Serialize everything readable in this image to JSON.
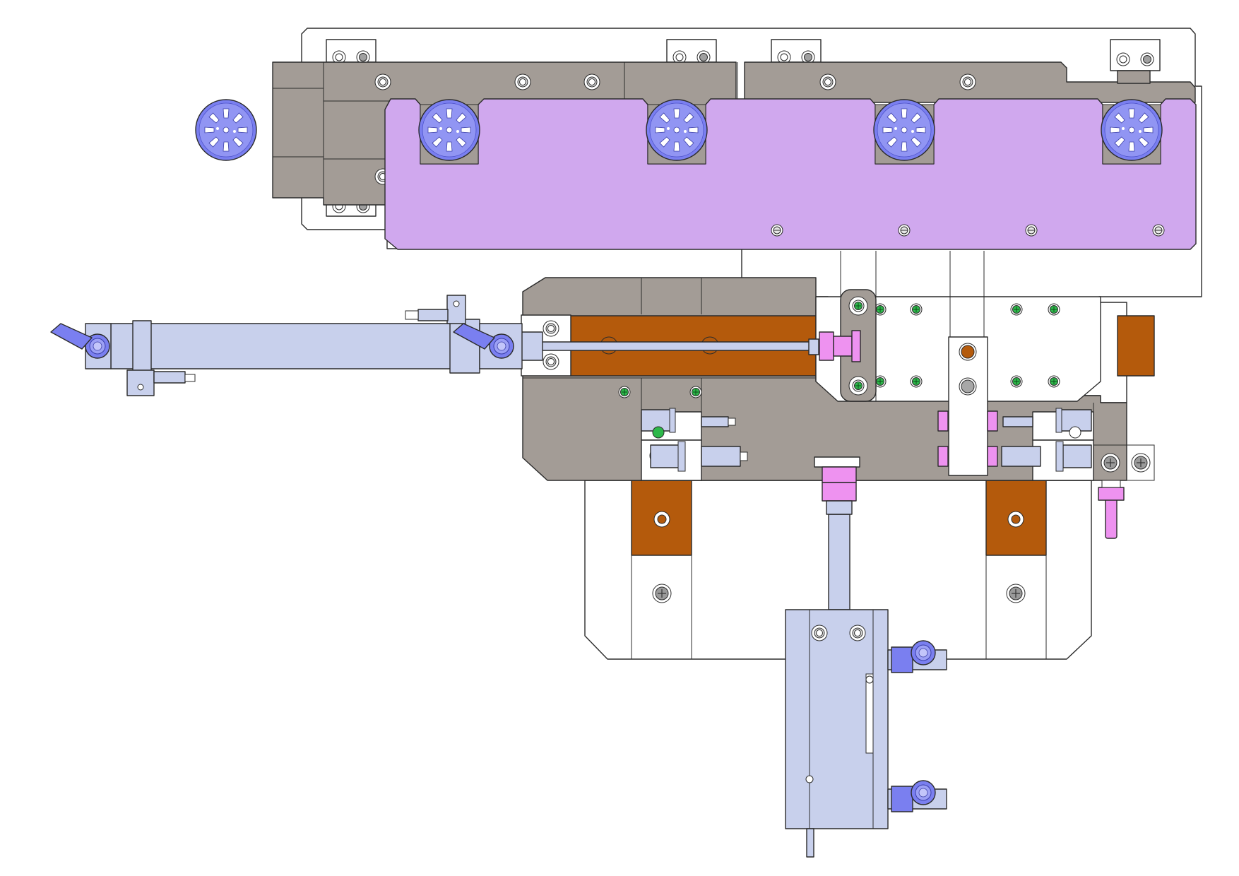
{
  "colors": {
    "background": "#ffffff",
    "outline": "#2b2b2b",
    "base_plate": "#ffffff",
    "gray_block": "#a39c96",
    "lavender_fixture": "#d0a8ee",
    "copper_slide": "#b45a0c",
    "cylinder_body": "#c8d0ec",
    "blue_part": "#7a7ff0",
    "blue_part_dark": "#5055d8",
    "pink_fitting": "#ee92f0",
    "green_screw": "#2db84a",
    "gray_knob": "#a7a7a7"
  },
  "components": {
    "loose_part": "blue-rotor-part",
    "fixture_parts": [
      "blue-rotor-part",
      "blue-rotor-part",
      "blue-rotor-part",
      "blue-rotor-part"
    ],
    "slide_pads": [
      "copper-slide-pad",
      "copper-slide-pad"
    ],
    "horizontal_cylinder": "pneumatic-cylinder-horizontal",
    "vertical_cylinder": "pneumatic-cylinder-vertical",
    "air_fittings": [
      "push-in-fitting",
      "push-in-fitting",
      "push-in-fitting",
      "push-in-fitting"
    ]
  }
}
